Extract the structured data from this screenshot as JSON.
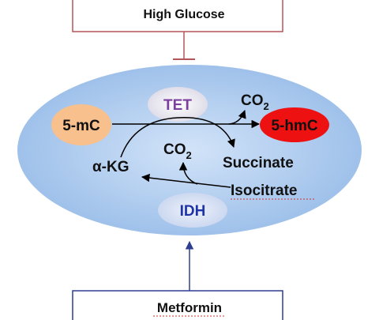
{
  "diagram": {
    "top_box": {
      "label": "High Glucose",
      "border_color": "#b5555a"
    },
    "bottom_box": {
      "label": "Metformin",
      "border_color": "#2e3f8f"
    },
    "cell": {
      "fill_center": "#c9def6",
      "fill_edge": "#9cc0ea"
    },
    "enzymes": {
      "tet": {
        "label": "TET",
        "color": "#7b3f9e"
      },
      "idh": {
        "label": "IDH",
        "color": "#1f34a8"
      }
    },
    "metabolites": {
      "five_mc": {
        "label": "5-mC",
        "fill": "#f7c08c"
      },
      "five_hmc": {
        "label": "5-hmC",
        "fill": "#ee1111"
      },
      "alpha_kg": {
        "label": "α-KG"
      },
      "succinate": {
        "label": "Succinate"
      },
      "isocitrate": {
        "label": "Isocitrate"
      }
    },
    "co2": {
      "base": "CO",
      "subscript": "2"
    },
    "arrow_color": "#000000",
    "inhibit_color": "#b5555a",
    "activate_color": "#2e3f8f"
  }
}
